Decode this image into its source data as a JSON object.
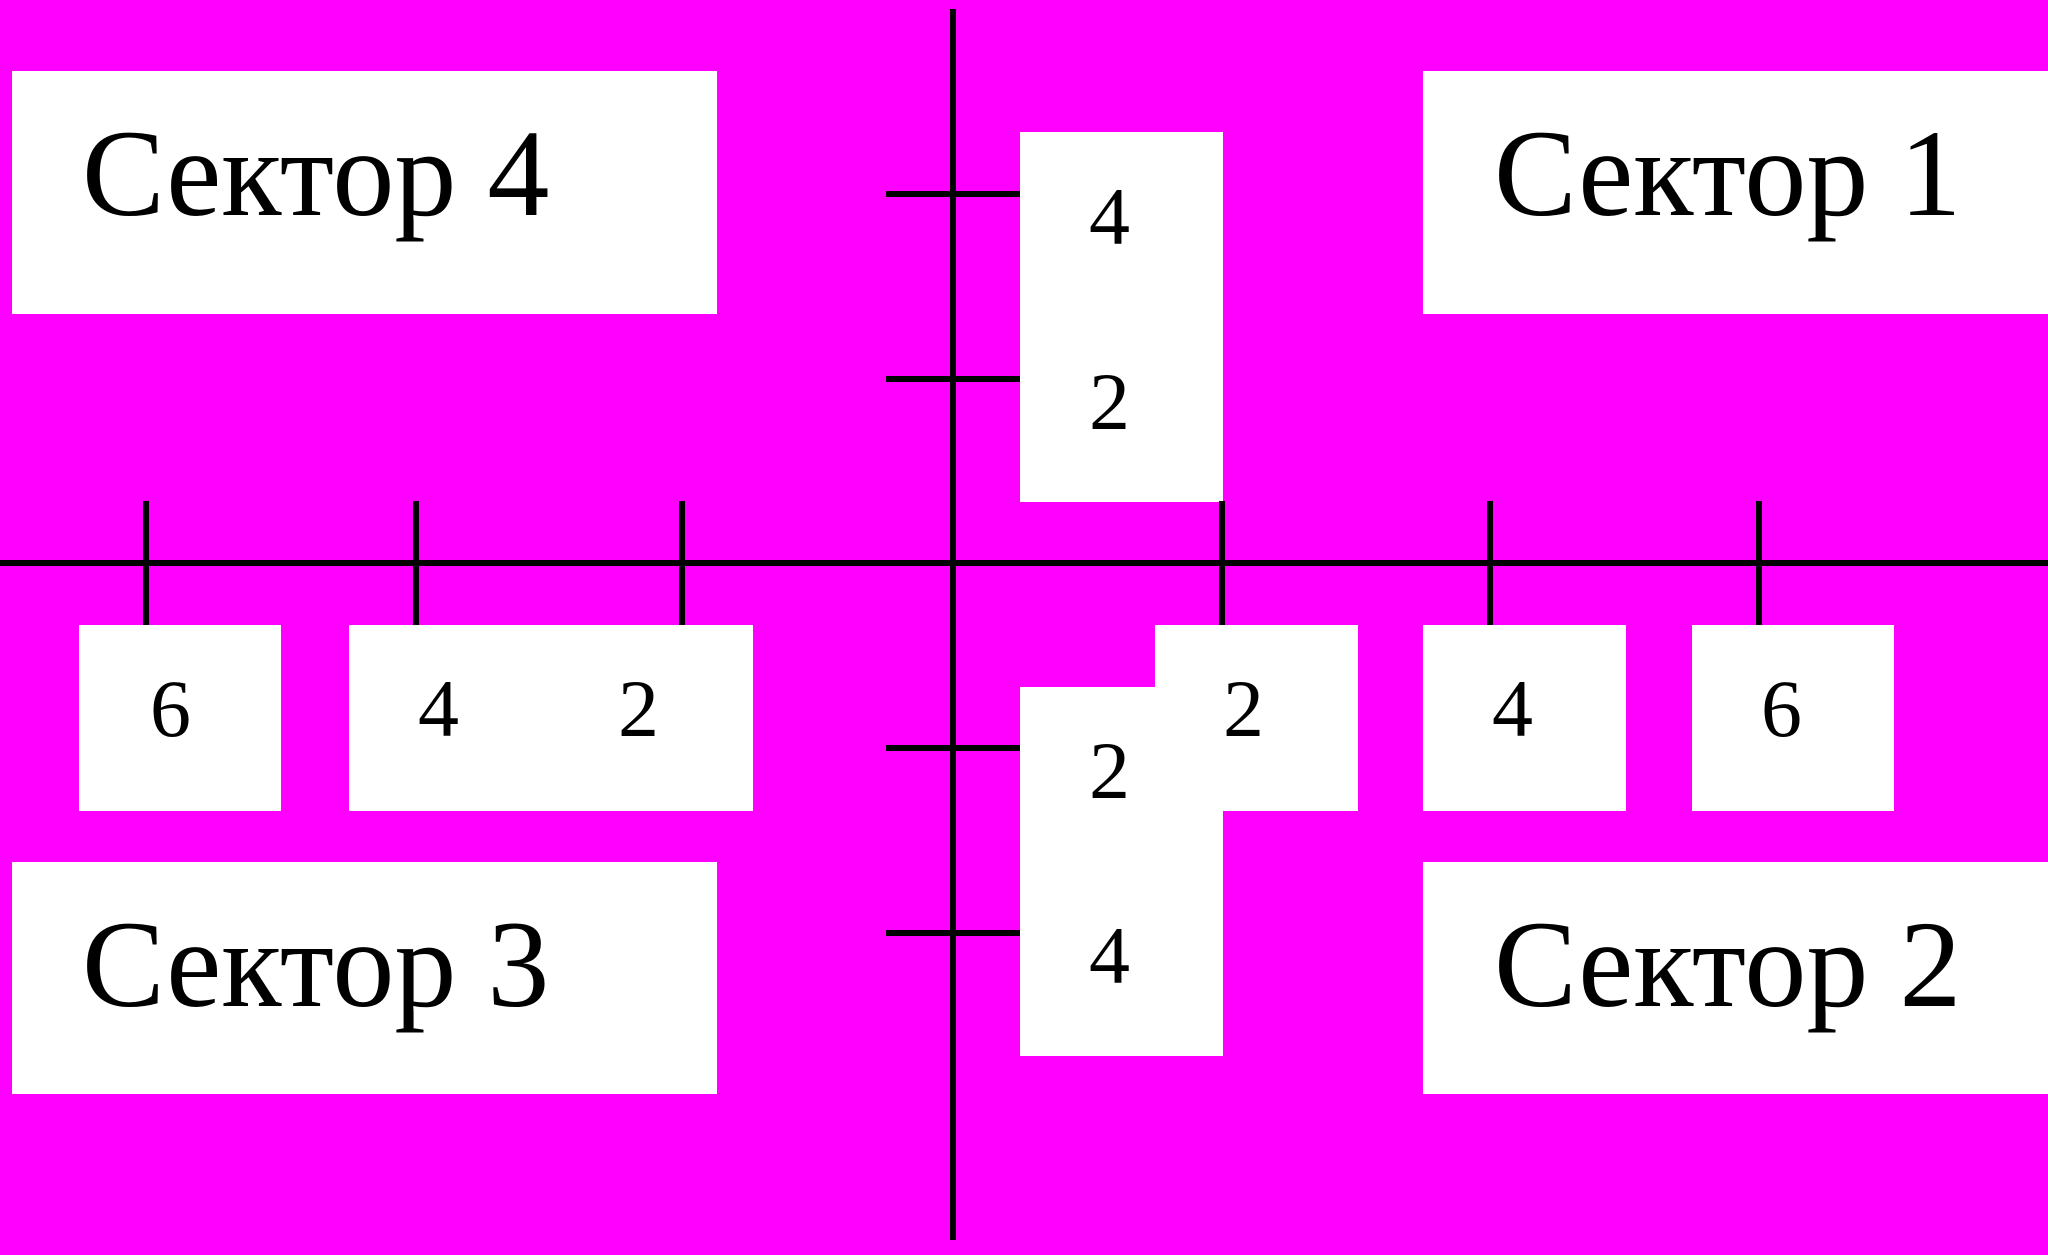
{
  "colors": {
    "background": "#ff00ff",
    "box": "#ffffff",
    "line": "#000000"
  },
  "sectors": {
    "s1": "Сектор 1",
    "s2": "Сектор 2",
    "s3": "Сектор 3",
    "s4": "Сектор 4"
  },
  "x_axis": {
    "left_ticks": [
      "6",
      "4",
      "2"
    ],
    "right_ticks": [
      "2",
      "4",
      "6"
    ]
  },
  "y_axis": {
    "up_ticks": [
      "4",
      "2"
    ],
    "down_ticks": [
      "2",
      "4"
    ]
  }
}
